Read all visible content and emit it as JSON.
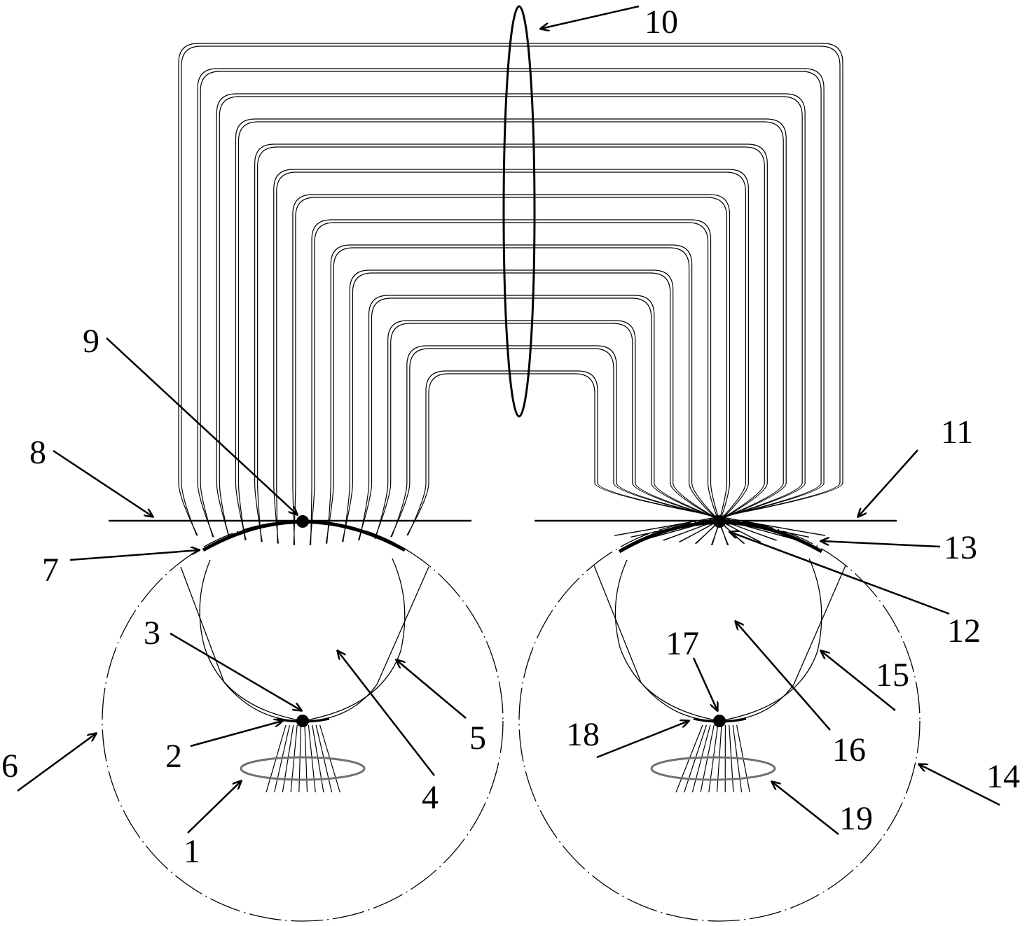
{
  "labels": {
    "l1": "1",
    "l2": "2",
    "l3": "3",
    "l4": "4",
    "l5": "5",
    "l6": "6",
    "l7": "7",
    "l8": "8",
    "l9": "9",
    "l10": "10",
    "l11": "11",
    "l12": "12",
    "l13": "13",
    "l14": "14",
    "l15": "15",
    "l16": "16",
    "l17": "17",
    "l18": "18",
    "l19": "19"
  },
  "colors": {
    "line": "#000000",
    "coil_outline": "#707070",
    "background": "#ffffff"
  }
}
